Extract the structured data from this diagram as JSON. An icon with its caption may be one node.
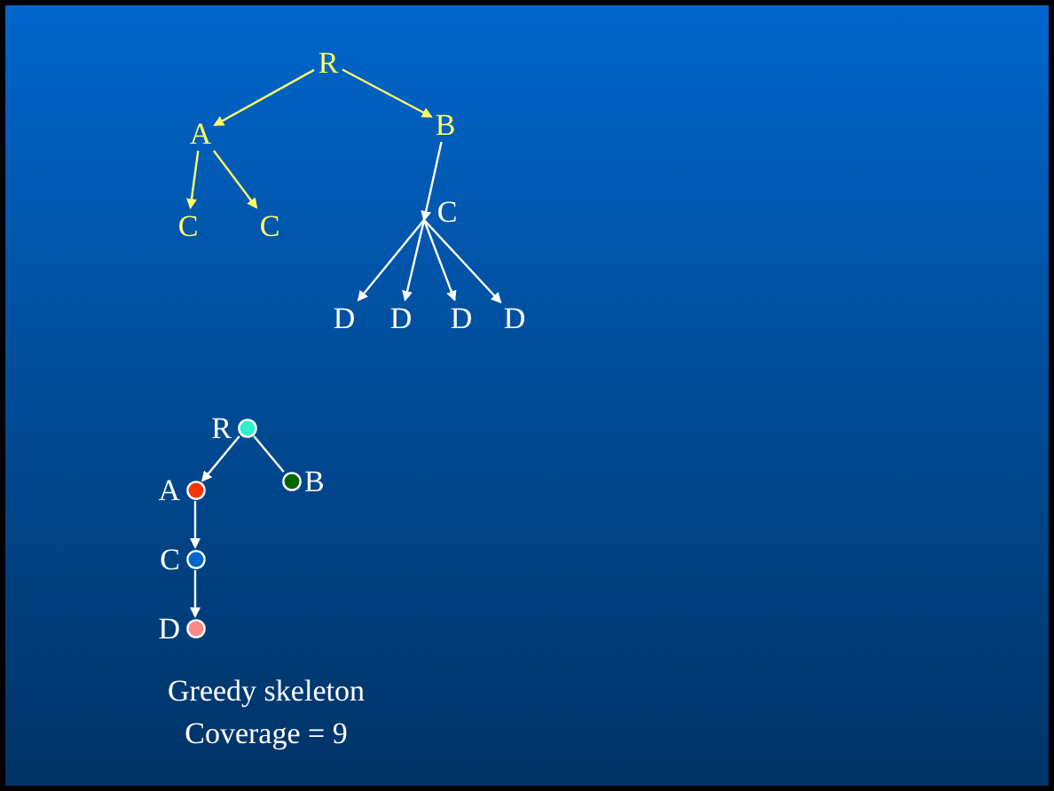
{
  "diagram": {
    "nodes": [
      {
        "text": [
          "R"
        ]
      },
      {
        "text": [
          "A"
        ]
      },
      {
        "text": [
          "B"
        ]
      },
      {
        "text": [
          "C"
        ]
      },
      {
        "text": [
          "C"
        ]
      },
      {
        "text": [
          "C"
        ]
      },
      {
        "text": [
          "D"
        ]
      },
      {
        "text": [
          "D"
        ]
      },
      {
        "text": [
          "D"
        ]
      },
      {
        "text": [
          "D"
        ]
      },
      {
        "text": [],
        "shape": "circle",
        "beside": [
          "R"
        ]
      },
      {
        "text": [],
        "shape": "circle",
        "beside": [
          "A"
        ]
      },
      {
        "text": [],
        "shape": "circle",
        "beside": [
          "B"
        ]
      },
      {
        "text": [],
        "shape": "circle",
        "beside": [
          "C"
        ]
      },
      {
        "text": [],
        "shape": "circle",
        "beside": [
          "D"
        ]
      }
    ],
    "edges": [
      {
        "from": 0,
        "to": 1,
        "arrow": "to",
        "color": "#ffff66"
      },
      {
        "from": 0,
        "to": 2,
        "arrow": "to",
        "color": "#ffff66"
      },
      {
        "from": 1,
        "to": 3,
        "arrow": "to",
        "color": "#ffff66"
      },
      {
        "from": 1,
        "to": 4,
        "arrow": "to",
        "color": "#ffff66"
      },
      {
        "from": 2,
        "to": 5,
        "arrow": "to"
      },
      {
        "from": 5,
        "to": 6,
        "arrow": "to"
      },
      {
        "from": 5,
        "to": 7,
        "arrow": "to"
      },
      {
        "from": 5,
        "to": 8,
        "arrow": "to"
      },
      {
        "from": 5,
        "to": 9,
        "arrow": "to"
      },
      {
        "from": 10,
        "to": 11,
        "arrow": "to"
      },
      {
        "from": 10,
        "to": 12,
        "arrow": "none"
      },
      {
        "from": 11,
        "to": 13,
        "arrow": "to"
      },
      {
        "from": 13,
        "to": 14,
        "arrow": "to"
      }
    ],
    "labels": [
      "Greedy skeleton",
      "Coverage = 9"
    ]
  }
}
